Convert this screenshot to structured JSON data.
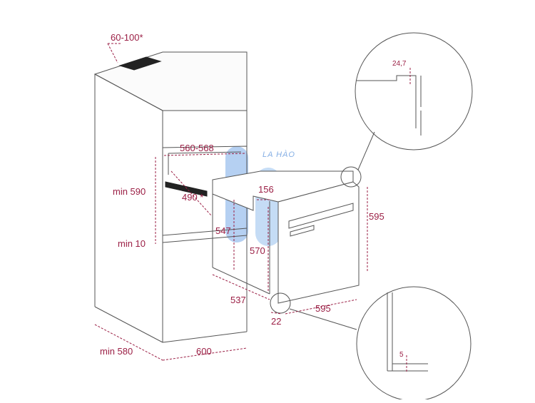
{
  "dimensions": {
    "vent_gap": "60-100*",
    "niche_width": "560-568",
    "niche_depth": "490 *",
    "niche_height": "min 590",
    "bottom_gap": "min 10",
    "cabinet_width": "600",
    "cabinet_depth": "min 580",
    "oven_front_gap": "156",
    "oven_body_height": "547",
    "oven_front_height": "570",
    "oven_height": "595",
    "oven_depth": "537",
    "oven_width": "595",
    "door_thickness": "22",
    "detail_top": "24,7",
    "detail_bottom": "5"
  },
  "watermark": {
    "text": "LA HÀO"
  },
  "colors": {
    "line": "#555555",
    "dimension": "#9b1f45",
    "watermark_blue": "#a9c8f0",
    "watermark_yellow": "#f6ef9a"
  }
}
